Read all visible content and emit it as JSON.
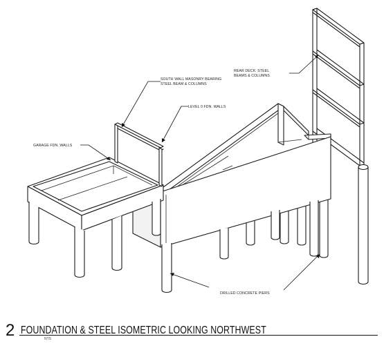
{
  "labels": {
    "rear_deck": [
      "REAR DECK: STEEL",
      "BEAMS & COLUMNS"
    ],
    "south_wall": [
      "SOUTH WALL MASONRY BEARING",
      "STEEL BEAM & COLUMNS"
    ],
    "level0": "LEVEL 0 FDN. WALLS",
    "garage": "GARAGE FDN. WALLS",
    "piers": "DRILLED CONCRETE PIERS"
  },
  "title": {
    "number": "2",
    "text": "FOUNDATION & STEEL ISOMETRIC LOOKING NORTHWEST",
    "scale": "NTS"
  }
}
